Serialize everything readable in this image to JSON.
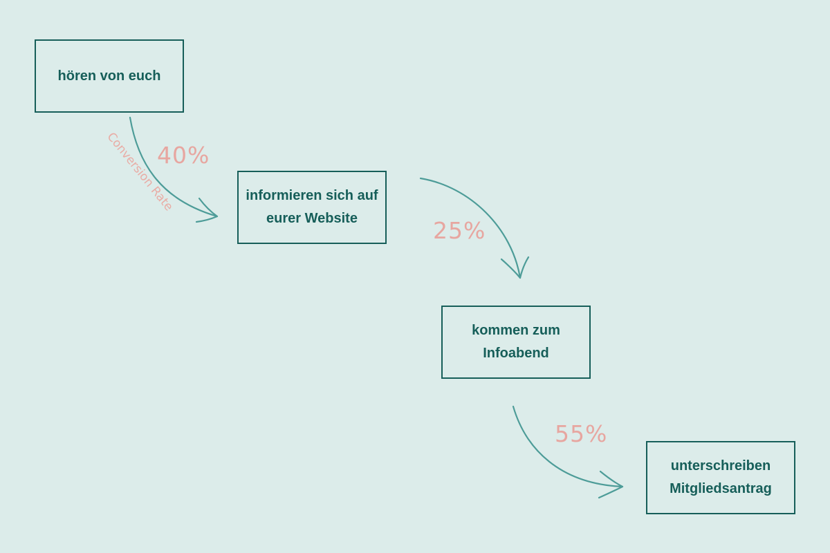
{
  "steps": [
    {
      "label": "hören von euch"
    },
    {
      "label": "informieren sich auf eurer Website"
    },
    {
      "label": "kommen zum Infoabend"
    },
    {
      "label": "unterschreiben Mitgliedsantrag"
    }
  ],
  "rates": [
    {
      "value": "40%"
    },
    {
      "value": "25%"
    },
    {
      "value": "55%"
    }
  ],
  "caption": "Conversion Rate",
  "colors": {
    "background": "#dcecea",
    "box_border": "#165e59",
    "box_text": "#165e59",
    "arrow": "#4d9c98",
    "rate_text": "#e7a6a0"
  }
}
